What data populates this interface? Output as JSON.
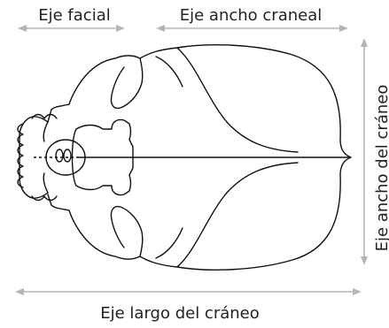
{
  "labels": {
    "facial_axis": "Eje facial",
    "cranial_width_axis": "Eje ancho craneal",
    "skull_width_axis": "Eje ancho del cráneo",
    "skull_length_axis": "Eje largo del cráneo"
  },
  "colors": {
    "arrow": "#b5b5b5",
    "outline": "#111111",
    "text": "#222222",
    "background": "#ffffff"
  }
}
